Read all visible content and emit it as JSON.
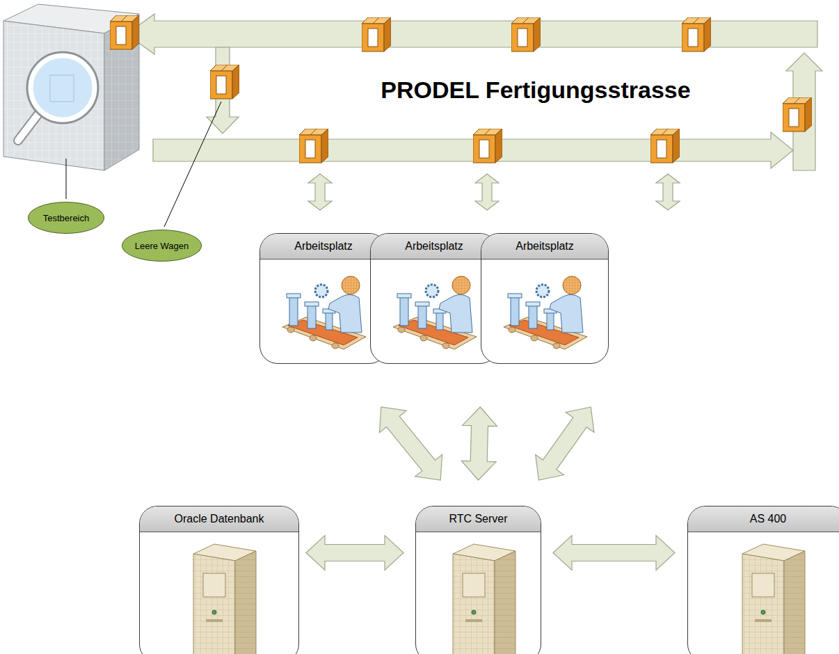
{
  "diagram": {
    "title": "PRODEL Fertigungsstrasse",
    "nodes": [
      {
        "text": [
          "Testbereich"
        ]
      },
      {
        "text": [
          "Leere Wagen"
        ]
      },
      {
        "text": [
          "Arbeitsplatz"
        ]
      },
      {
        "text": [
          "Arbeitsplatz"
        ]
      },
      {
        "text": [
          "Arbeitsplatz"
        ]
      },
      {
        "text": [
          "Oracle Datenbank"
        ]
      },
      {
        "text": [
          "RTC Server"
        ]
      },
      {
        "text": [
          "AS 400"
        ]
      }
    ],
    "edges": [
      {
        "from": 2,
        "to": 6,
        "arrow": "both"
      },
      {
        "from": 3,
        "to": 6,
        "arrow": "both"
      },
      {
        "from": 4,
        "to": 6,
        "arrow": "both"
      },
      {
        "from": 5,
        "to": 6,
        "arrow": "both"
      },
      {
        "from": 6,
        "to": 7,
        "arrow": "both"
      }
    ]
  }
}
